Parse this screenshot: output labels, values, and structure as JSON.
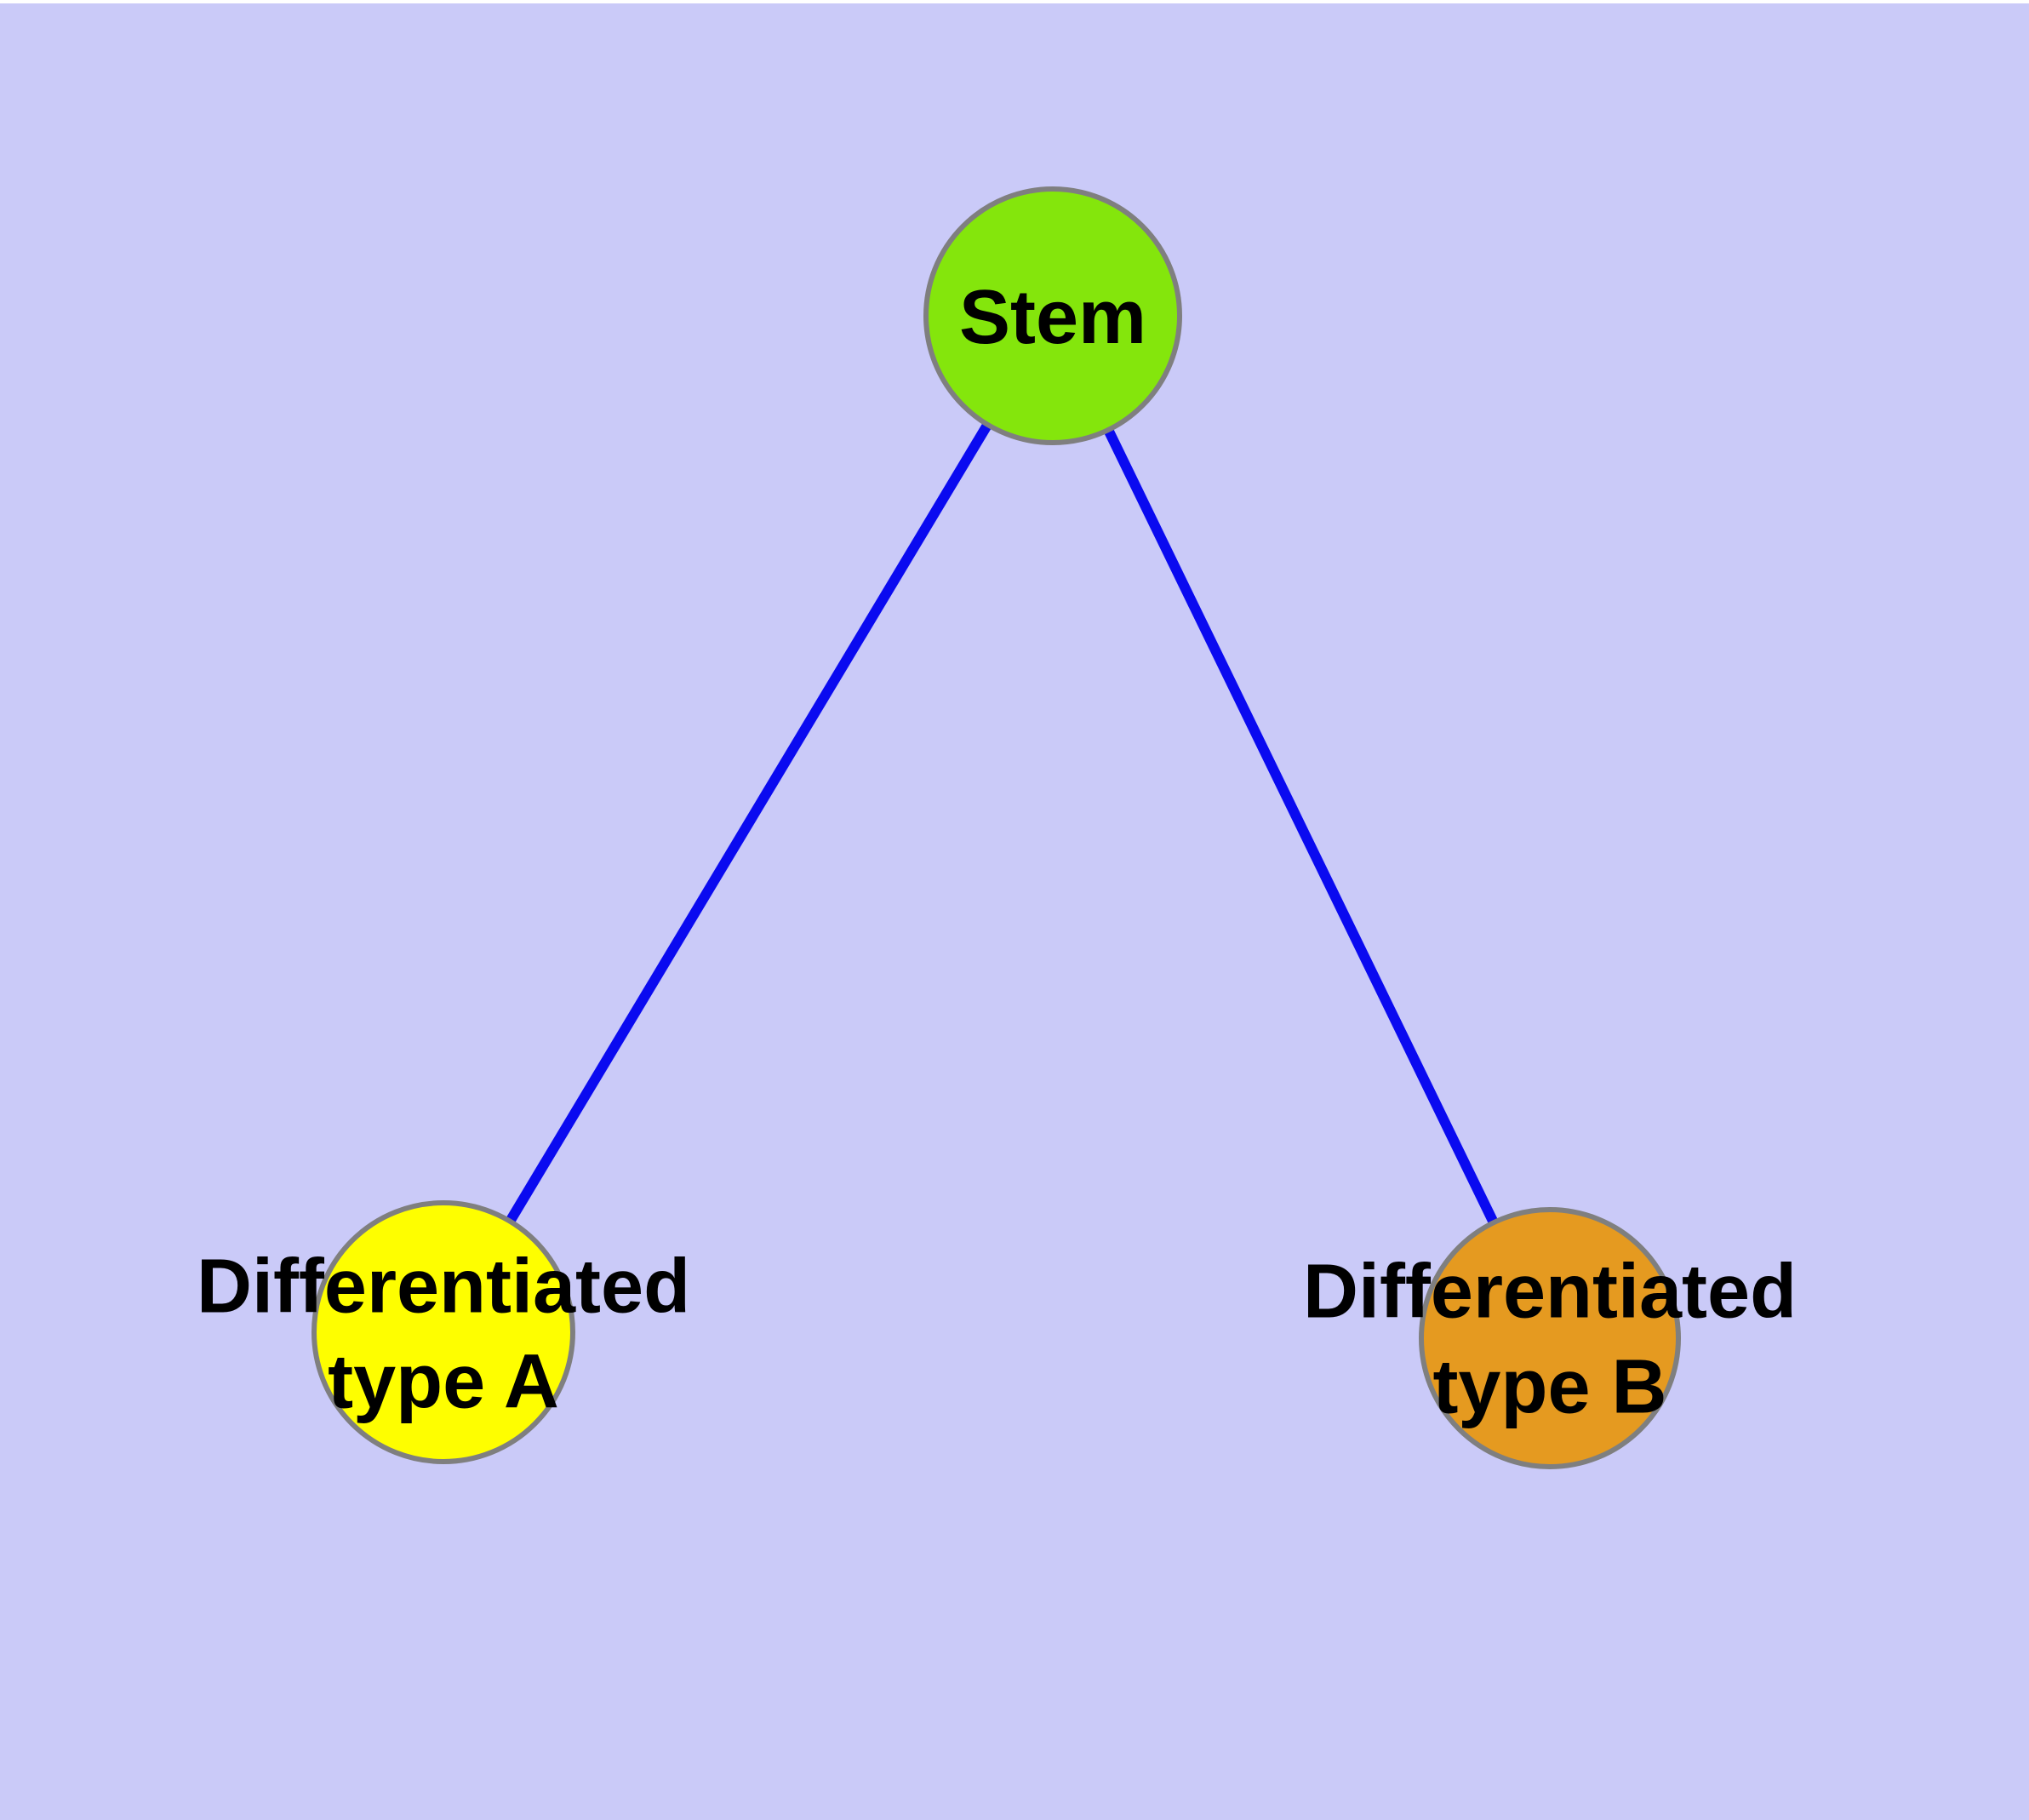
{
  "diagram": {
    "type": "node-link-graph",
    "colors": {
      "background": "#cacaf8",
      "top_strip": "#ffffff",
      "edge": "#0a0af0",
      "node_border": "#7f7f7f",
      "label": "#000000"
    },
    "nodes": [
      {
        "id": "stem",
        "label": "Stem",
        "color": "#84e60c"
      },
      {
        "id": "differentiated-type-a",
        "label": "Differentiated\ntype A",
        "color": "#fefe00"
      },
      {
        "id": "differentiated-type-b",
        "label": "Differentiated\ntype B",
        "color": "#e59a20"
      }
    ],
    "edges": [
      {
        "from": "stem",
        "to": "differentiated-type-a"
      },
      {
        "from": "stem",
        "to": "differentiated-type-b"
      }
    ]
  }
}
